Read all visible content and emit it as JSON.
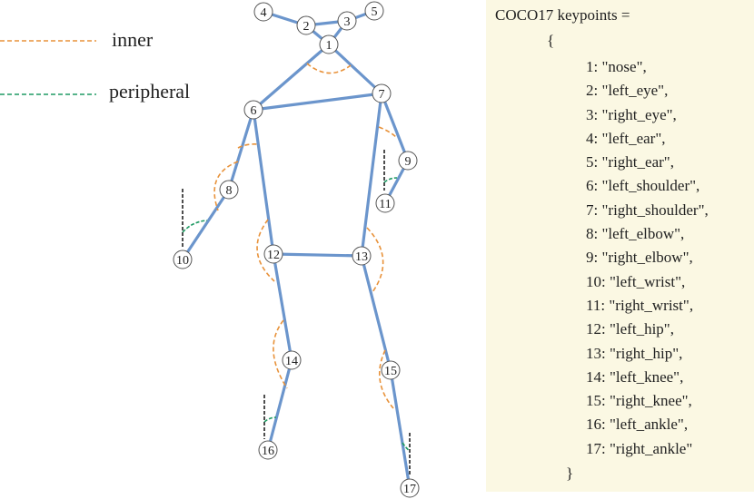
{
  "legend": [
    {
      "label": "inner",
      "color": "#e8923a"
    },
    {
      "label": "peripheral",
      "color": "#1f9a63"
    }
  ],
  "colors": {
    "bone": "#6b95cc",
    "inner": "#e8923a",
    "peripheral": "#1f9a63",
    "reference": "#222222",
    "panel": "#fbf8e3"
  },
  "keypoint_labels": [
    "1",
    "2",
    "3",
    "4",
    "5",
    "6",
    "7",
    "8",
    "9",
    "10",
    "11",
    "12",
    "13",
    "14",
    "15",
    "16",
    "17"
  ],
  "code": {
    "title": "COCO17 keypoints =",
    "open": "{",
    "close": "}",
    "entries": [
      "1: \"nose\",",
      "2: \"left_eye\",",
      "3: \"right_eye\",",
      "4: \"left_ear\",",
      "5: \"right_ear\",",
      "6: \"left_shoulder\",",
      "7: \"right_shoulder\",",
      "8: \"left_elbow\",",
      "9: \"right_elbow\",",
      "10: \"left_wrist\",",
      "11: \"right_wrist\",",
      "12: \"left_hip\",",
      "13: \"right_hip\",",
      "14: \"left_knee\",",
      "15: \"right_knee\",",
      "16: \"left_ankle\",",
      "17: \"right_ankle\""
    ]
  }
}
